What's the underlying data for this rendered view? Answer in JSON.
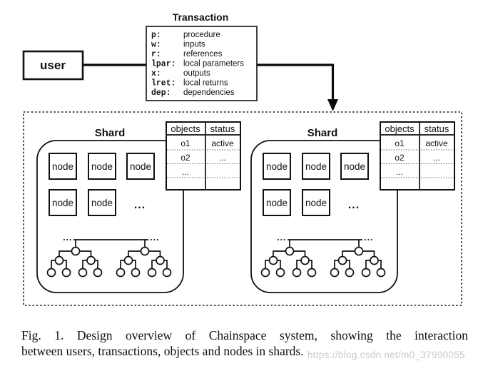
{
  "figure": {
    "user": {
      "label": "user"
    },
    "transaction": {
      "title": "Transaction",
      "fields": [
        {
          "key": "p:",
          "value": "procedure"
        },
        {
          "key": "w:",
          "value": "inputs"
        },
        {
          "key": "r:",
          "value": "references"
        },
        {
          "key": "lpar:",
          "value": "local parameters"
        },
        {
          "key": "x:",
          "value": "outputs"
        },
        {
          "key": "lret:",
          "value": "local returns"
        },
        {
          "key": "dep:",
          "value": "dependencies"
        }
      ]
    },
    "shards": [
      {
        "label": "Shard",
        "node_label": "node",
        "more_nodes": "...",
        "table": {
          "headers": [
            "objects",
            "status"
          ],
          "rows": [
            [
              "o1",
              "active"
            ],
            [
              "o2",
              "..."
            ],
            [
              "...",
              ""
            ]
          ]
        }
      },
      {
        "label": "Shard",
        "node_label": "node",
        "more_nodes": "...",
        "table": {
          "headers": [
            "objects",
            "status"
          ],
          "rows": [
            [
              "o1",
              "active"
            ],
            [
              "o2",
              "..."
            ],
            [
              "...",
              ""
            ]
          ]
        }
      }
    ]
  },
  "caption": {
    "line1": "Fig. 1. Design overview of Chainspace system, showing the interaction",
    "line2": "between users, transactions, objects and nodes in shards."
  },
  "watermark": "https://blog.csdn.net/m0_37990055",
  "colors": {
    "ink": "#111111",
    "transaction_border": "#555555",
    "watermark_gray": "#c9c9c9"
  }
}
